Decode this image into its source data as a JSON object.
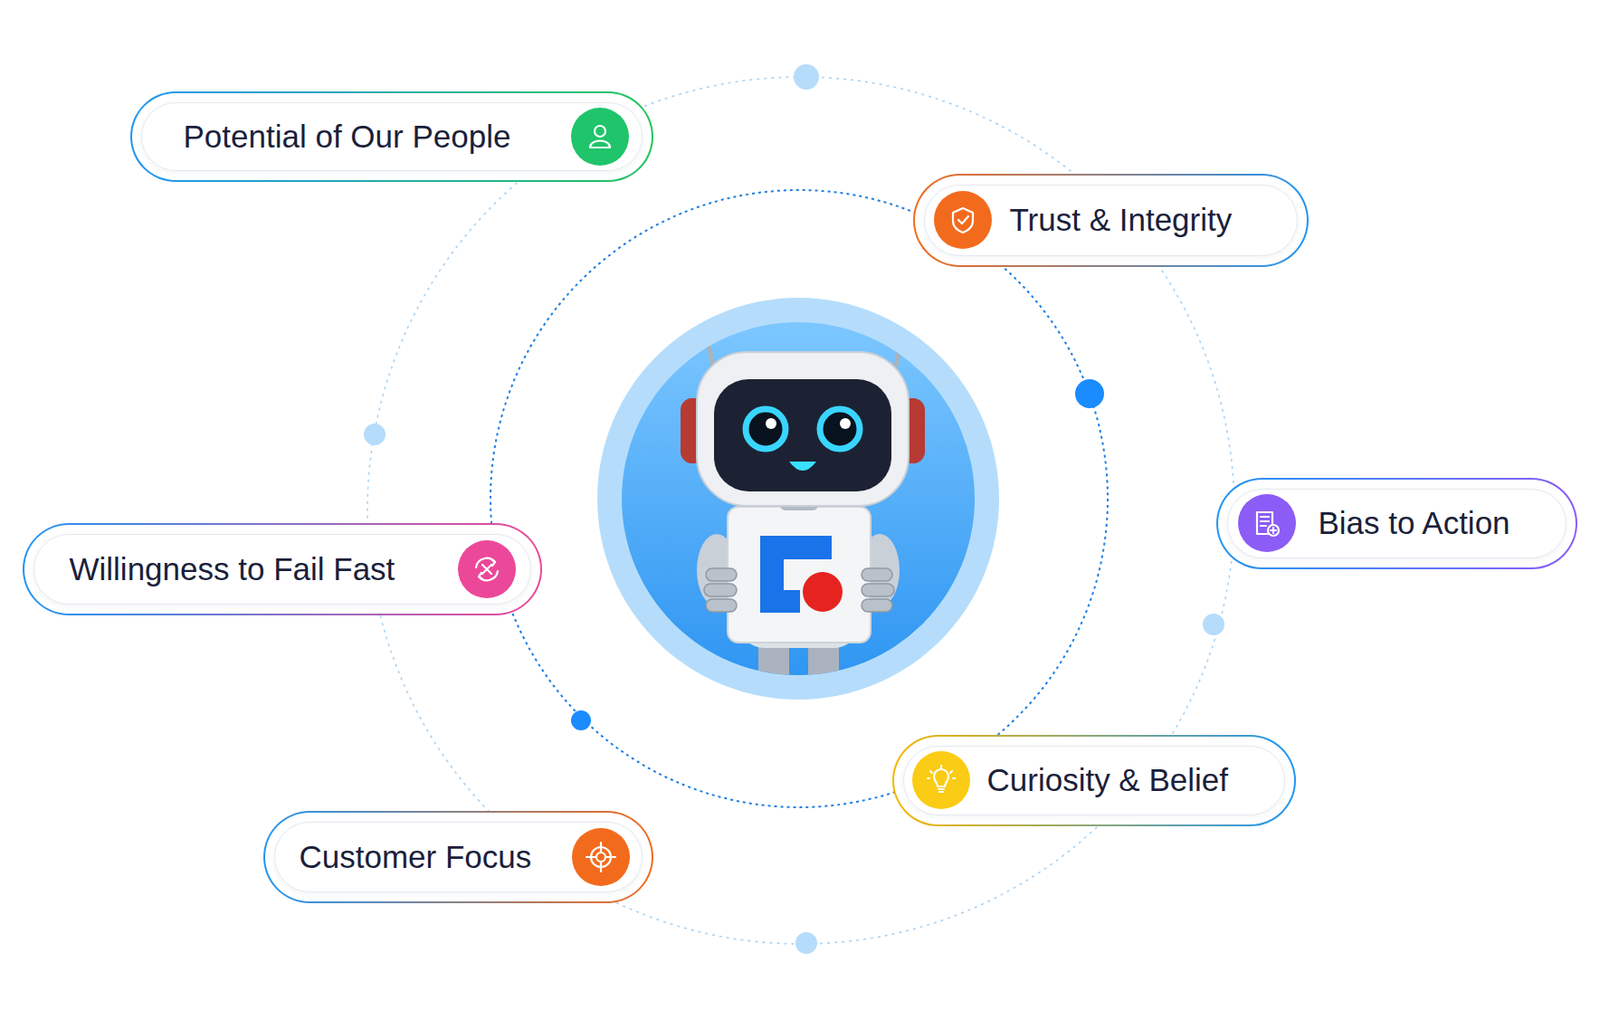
{
  "diagram": {
    "nodes": [
      {
        "text": [
          "Potential of Our People"
        ]
      },
      {
        "text": [
          "Trust & Integrity"
        ]
      },
      {
        "text": [
          "Bias to Action"
        ]
      },
      {
        "text": [
          "Willingness to Fail Fast"
        ]
      },
      {
        "text": [
          "Curiosity & Belief"
        ]
      },
      {
        "text": [
          "Customer Focus"
        ]
      }
    ],
    "edges": []
  }
}
